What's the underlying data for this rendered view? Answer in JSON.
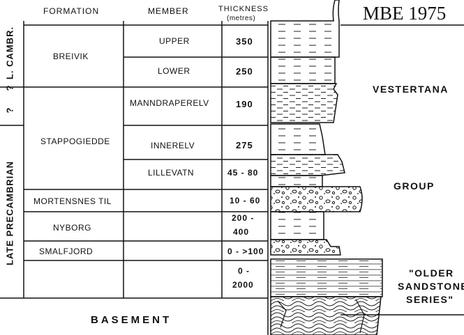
{
  "reference": "MBE 1975",
  "headers": {
    "formation": "FORMATION",
    "member": "MEMBER",
    "thickness": "THICKNESS",
    "thickness_unit": "(metres)"
  },
  "age_labels": {
    "l_cambr": "L. CAMBR.",
    "q1": "?",
    "q2": "?",
    "late_precambrian": "LATE  PRECAMBRIAN"
  },
  "formations": {
    "breivik": "BREIVIK",
    "stappogiedde": "STAPPOGIEDDE",
    "mortensnes": "MORTENSNES TIL",
    "nyborg": "NYBORG",
    "smalfjord": "SMALFJORD",
    "basement": "BASEMENT"
  },
  "members": {
    "upper": "UPPER",
    "lower": "LOWER",
    "manndraperelv": "MANNDRAPERELV",
    "innerelv": "INNERELV",
    "lillevatn": "LILLEVATN"
  },
  "thickness": {
    "upper": "350",
    "lower": "250",
    "manndraperelv": "190",
    "innerelv": "275",
    "lillevatn": "45 - 80",
    "mortensnes": "10 - 60",
    "nyborg_1": "200 -",
    "nyborg_2": "400",
    "smalfjord": "0 - >100",
    "older_1": "0 -",
    "older_2": "2000"
  },
  "groups": {
    "vestertana": "VESTERTANA",
    "group": "GROUP",
    "older_1": "\"OLDER",
    "older_2": "SANDSTONE",
    "older_3": "SERIES\""
  }
}
